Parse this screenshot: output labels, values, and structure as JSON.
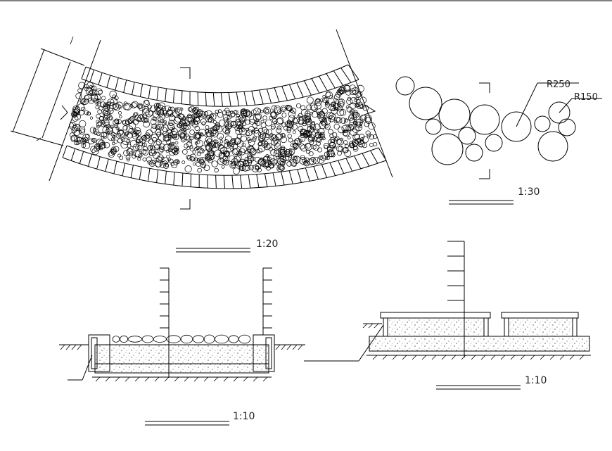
{
  "scales": {
    "plan_top_right": "1:30",
    "plan_curved": "1:20",
    "section_left": "1:10",
    "section_right": "1:10"
  },
  "radius_labels": {
    "large": "R250",
    "small": "R150"
  },
  "colors": {
    "line": "#000000",
    "background": "#ffffff"
  }
}
